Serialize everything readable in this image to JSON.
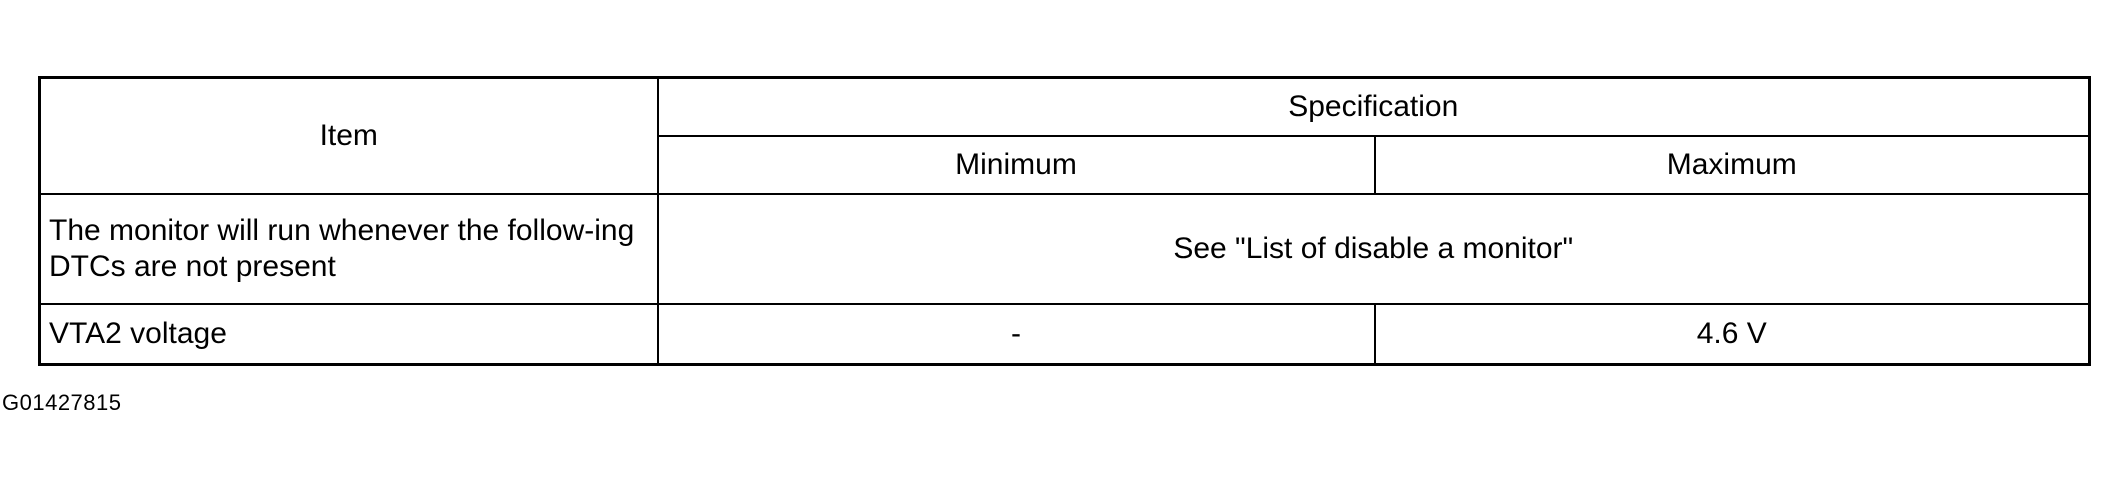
{
  "table": {
    "header": {
      "item": "Item",
      "specification": "Specification",
      "minimum": "Minimum",
      "maximum": "Maximum"
    },
    "rows": [
      {
        "item": "The monitor will run whenever the follow-ing DTCs are not present",
        "spec": "See \"List of disable a monitor\""
      },
      {
        "item": "VTA2 voltage",
        "minimum": "-",
        "maximum": "4.6 V"
      }
    ]
  },
  "figure_code": "G01427815"
}
